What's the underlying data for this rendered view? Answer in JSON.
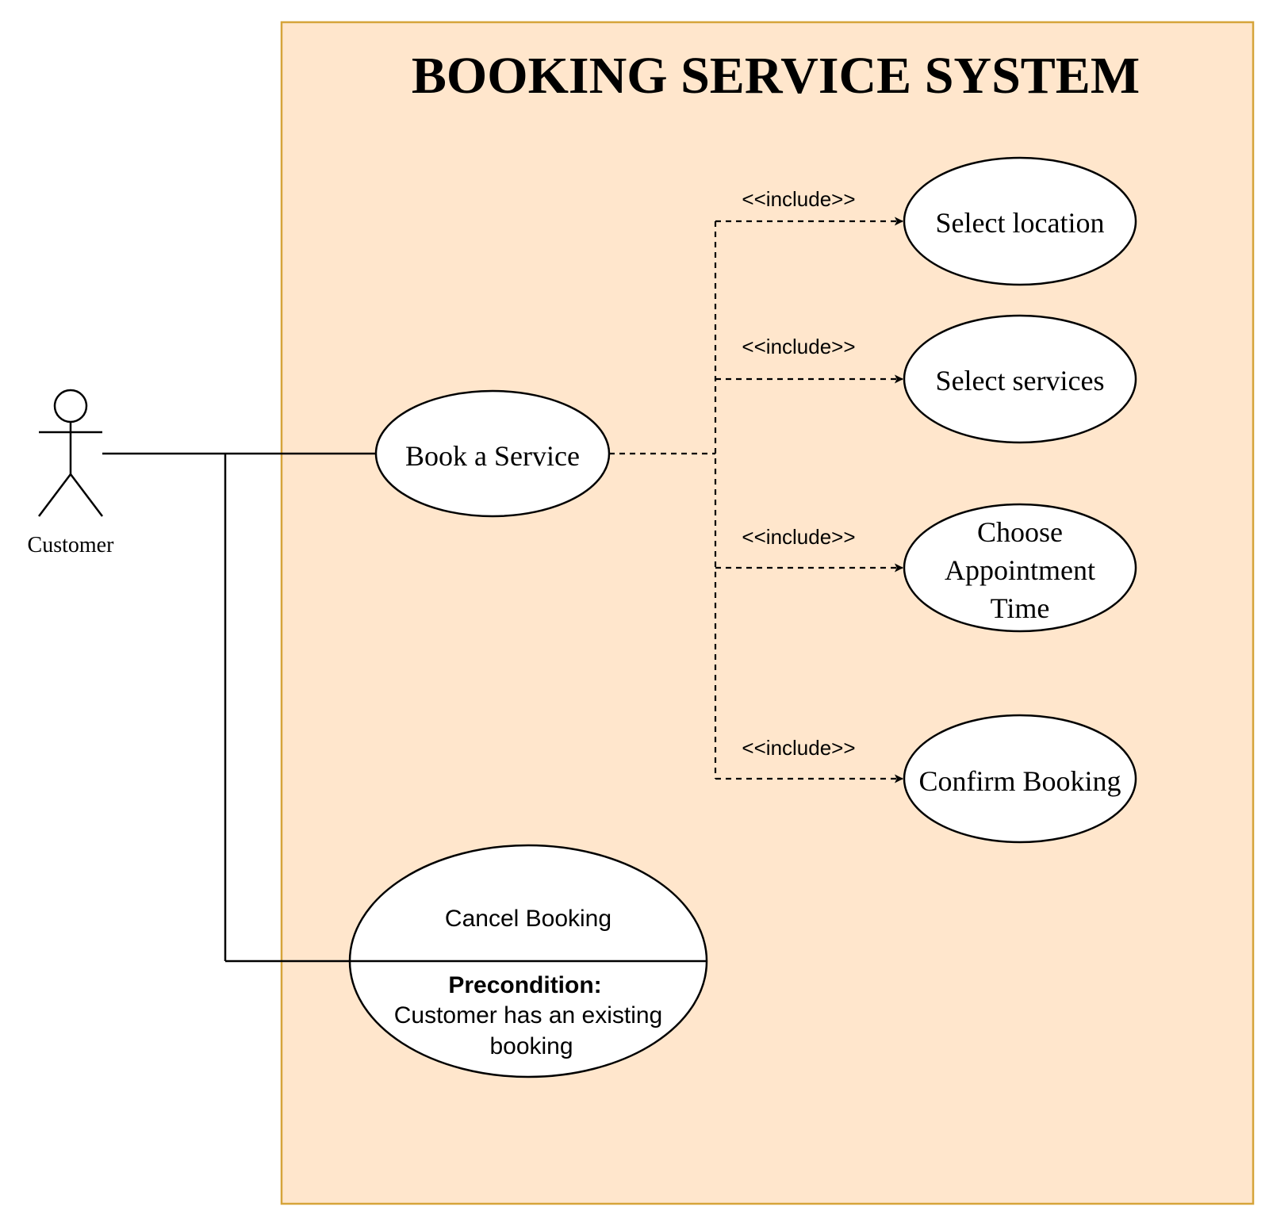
{
  "system": {
    "title": "BOOKING SERVICE SYSTEM",
    "fill_color": "#FFE6CC",
    "border_color": "#D6A43A"
  },
  "actor": {
    "label": "Customer"
  },
  "use_cases": {
    "book_service": "Book a Service",
    "select_location": "Select location",
    "select_services": "Select services",
    "choose_time": [
      "Choose",
      "Appointment",
      "Time"
    ],
    "confirm_booking": "Confirm Booking",
    "cancel_booking": {
      "title": "Cancel Booking",
      "precondition_label": "Precondition:",
      "precondition_text": [
        "Customer has an existing",
        "booking"
      ]
    }
  },
  "relations": {
    "include_label": "<<include>>"
  }
}
